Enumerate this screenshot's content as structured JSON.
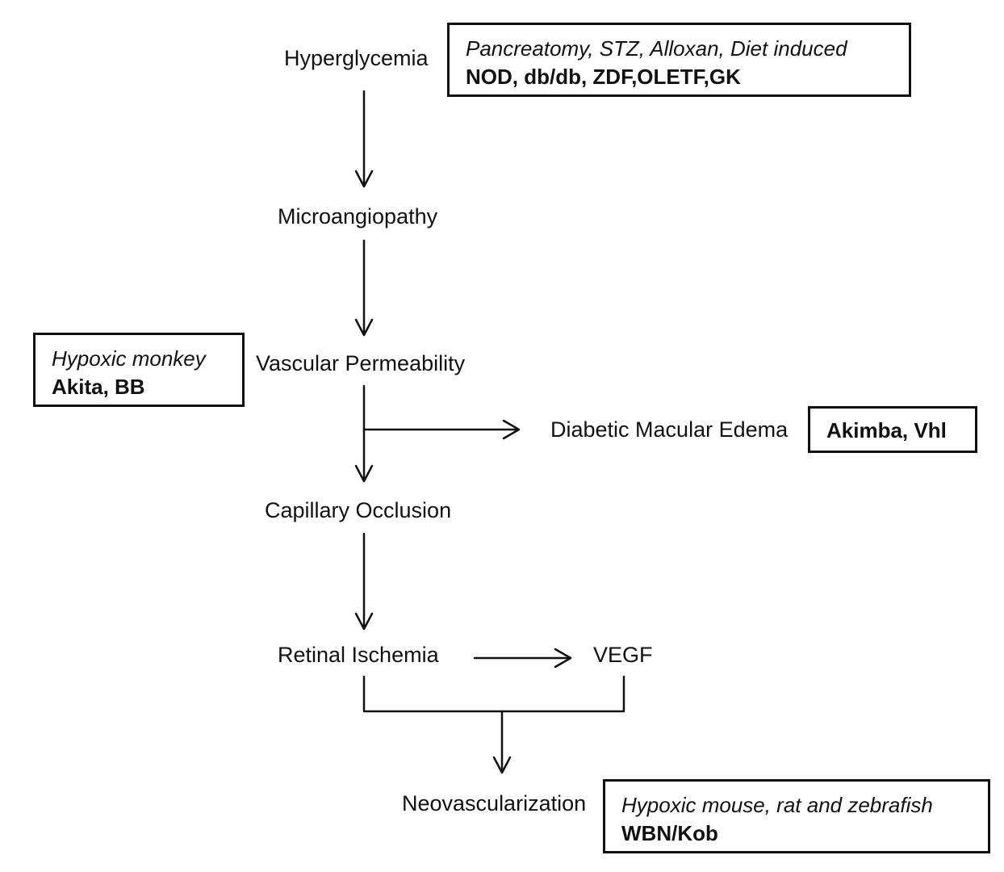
{
  "nodes": {
    "hyperglycemia": "Hyperglycemia",
    "microangiopathy": "Microangiopathy",
    "vascular_permeability": "Vascular Permeability",
    "diabetic_macular_edema": "Diabetic Macular Edema",
    "capillary_occlusion": "Capillary Occlusion",
    "retinal_ischemia": "Retinal Ischemia",
    "vegf": "VEGF",
    "neovascularization": "Neovascularization"
  },
  "model_boxes": {
    "hyperglycemia": {
      "induced": "Pancreatomy, STZ, Alloxan, Diet induced",
      "strains": "NOD, db/db, ZDF,OLETF,GK"
    },
    "vascular_permeability": {
      "induced": "Hypoxic monkey",
      "strains": "Akita, BB"
    },
    "diabetic_macular_edema": {
      "strains": "Akimba, Vhl"
    },
    "neovascularization": {
      "induced": "Hypoxic mouse, rat and zebrafish",
      "strains": "WBN/Kob"
    }
  },
  "colors": {
    "line": "#111111",
    "background": "#ffffff"
  }
}
